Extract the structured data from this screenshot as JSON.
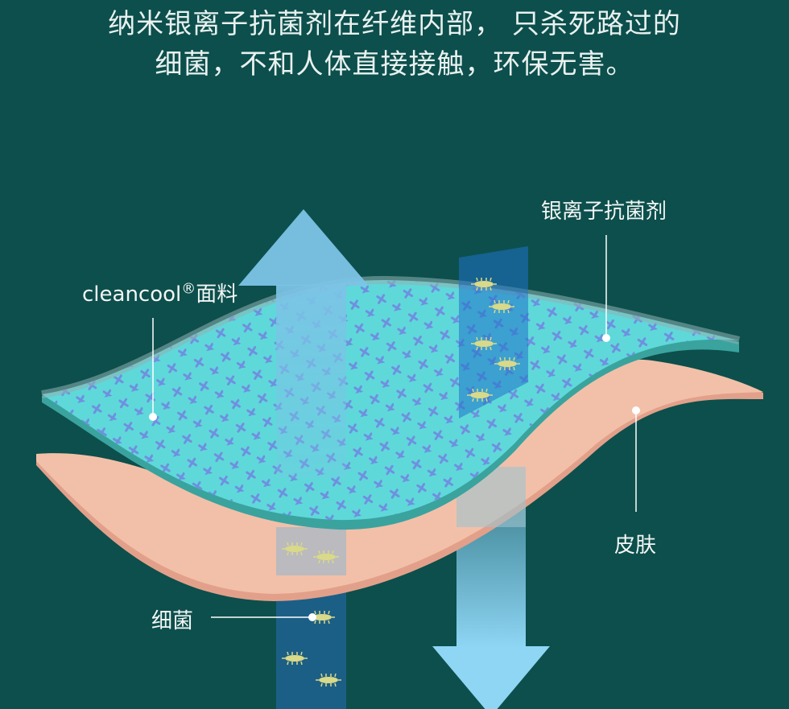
{
  "headline": {
    "line1": "纳米银离子抗菌剂在纤维内部， 只杀死路过的",
    "line2": "细菌，不和人体直接接触，环保无害。"
  },
  "labels": {
    "silver_agent": "银离子抗菌剂",
    "fabric_brand": "cleancool",
    "fabric_mark": "®",
    "fabric_suffix": "面料",
    "skin": "皮肤",
    "bacteria": "细菌"
  },
  "colors": {
    "background": "#0c4f4c",
    "fabric": "#5fd8da",
    "fabric_edge": "#3aa39e",
    "pattern": "#6f8fe0",
    "skin": "#f2c0a8",
    "skin_edge": "#e2a08a",
    "arrow": "#7cc3e6",
    "bacteria": "#d9d98a"
  }
}
